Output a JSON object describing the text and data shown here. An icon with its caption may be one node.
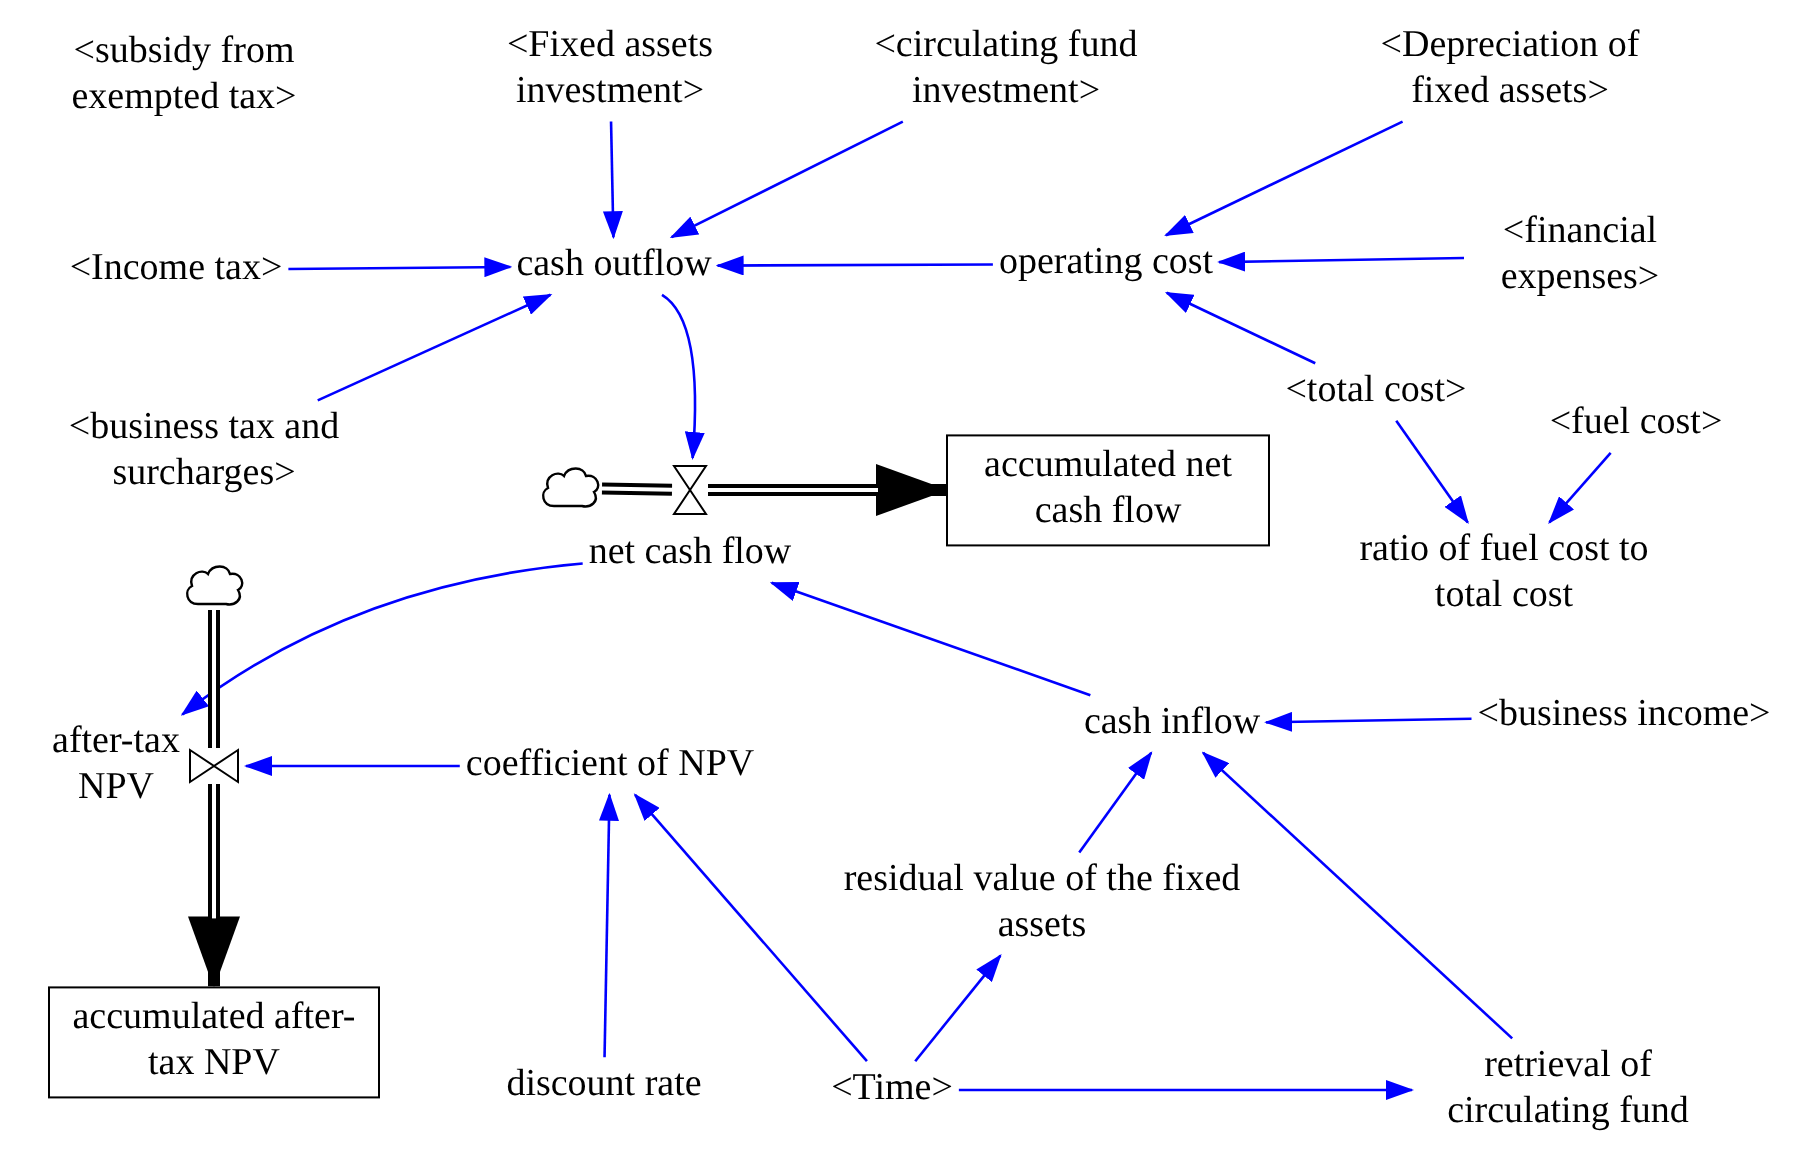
{
  "diagram": {
    "nodes": [
      {
        "text": [
          "<subsidy from exempted tax>"
        ]
      },
      {
        "text": [
          "<Fixed assets investment>"
        ]
      },
      {
        "text": [
          "<circulating fund investment>"
        ]
      },
      {
        "text": [
          "<Depreciation of fixed assets>"
        ]
      },
      {
        "text": [
          "<Income tax>"
        ]
      },
      {
        "text": [
          "cash outflow"
        ]
      },
      {
        "text": [
          "operating cost"
        ]
      },
      {
        "text": [
          "<financial expenses>"
        ]
      },
      {
        "text": [
          "<business tax and surcharges>"
        ]
      },
      {
        "text": [
          "<total cost>"
        ]
      },
      {
        "text": [
          "<fuel cost>"
        ]
      },
      {
        "text": [],
        "shape": "cloud"
      },
      {
        "text": [],
        "shape": "valve"
      },
      {
        "text": [
          "accumulated net cash flow"
        ]
      },
      {
        "text": [
          "net cash flow"
        ]
      },
      {
        "text": [
          "ratio of fuel cost to total cost"
        ]
      },
      {
        "text": [],
        "shape": "cloud"
      },
      {
        "text": [],
        "shape": "valve"
      },
      {
        "text": [
          "after-tax NPV"
        ]
      },
      {
        "text": [
          "coefficient of NPV"
        ]
      },
      {
        "text": [
          "cash inflow"
        ]
      },
      {
        "text": [
          "<business income>"
        ]
      },
      {
        "text": [
          "residual value of the fixed assets"
        ]
      },
      {
        "text": [
          "accumulated after-tax NPV"
        ]
      },
      {
        "text": [
          "discount rate"
        ]
      },
      {
        "text": [
          "<Time>"
        ]
      },
      {
        "text": [
          "retrieval of circulating fund"
        ]
      }
    ],
    "edges": [
      {
        "from": 1,
        "to": 5,
        "arrow": "to"
      },
      {
        "from": 2,
        "to": 5,
        "arrow": "to"
      },
      {
        "from": 6,
        "to": 5,
        "arrow": "to"
      },
      {
        "from": 4,
        "to": 5,
        "arrow": "to"
      },
      {
        "from": 8,
        "to": 5,
        "arrow": "to"
      },
      {
        "from": 3,
        "to": 6,
        "arrow": "to"
      },
      {
        "from": 7,
        "to": 6,
        "arrow": "to"
      },
      {
        "from": 9,
        "to": 6,
        "arrow": "to"
      },
      {
        "from": 9,
        "to": 15,
        "arrow": "to"
      },
      {
        "from": 10,
        "to": 15,
        "arrow": "to"
      },
      {
        "from": 5,
        "to": 12,
        "arrow": "to"
      },
      {
        "from": 11,
        "to": 12,
        "arrow": "none",
        "style": "thick",
        "color": "#000000"
      },
      {
        "from": 12,
        "to": 13,
        "arrow": "to",
        "style": "thick",
        "color": "#000000"
      },
      {
        "from": 20,
        "to": 14,
        "arrow": "to"
      },
      {
        "from": 14,
        "to": 18,
        "arrow": "to"
      },
      {
        "from": 16,
        "to": 17,
        "arrow": "none",
        "style": "thick",
        "color": "#000000"
      },
      {
        "from": 17,
        "to": 23,
        "arrow": "to",
        "style": "thick",
        "color": "#000000"
      },
      {
        "from": 19,
        "to": 17,
        "arrow": "to"
      },
      {
        "from": 21,
        "to": 20,
        "arrow": "to"
      },
      {
        "from": 22,
        "to": 20,
        "arrow": "to"
      },
      {
        "from": 26,
        "to": 20,
        "arrow": "to"
      },
      {
        "from": 24,
        "to": 19,
        "arrow": "to"
      },
      {
        "from": 25,
        "to": 19,
        "arrow": "to"
      },
      {
        "from": 25,
        "to": 22,
        "arrow": "to"
      },
      {
        "from": 25,
        "to": 26,
        "arrow": "to"
      }
    ]
  }
}
